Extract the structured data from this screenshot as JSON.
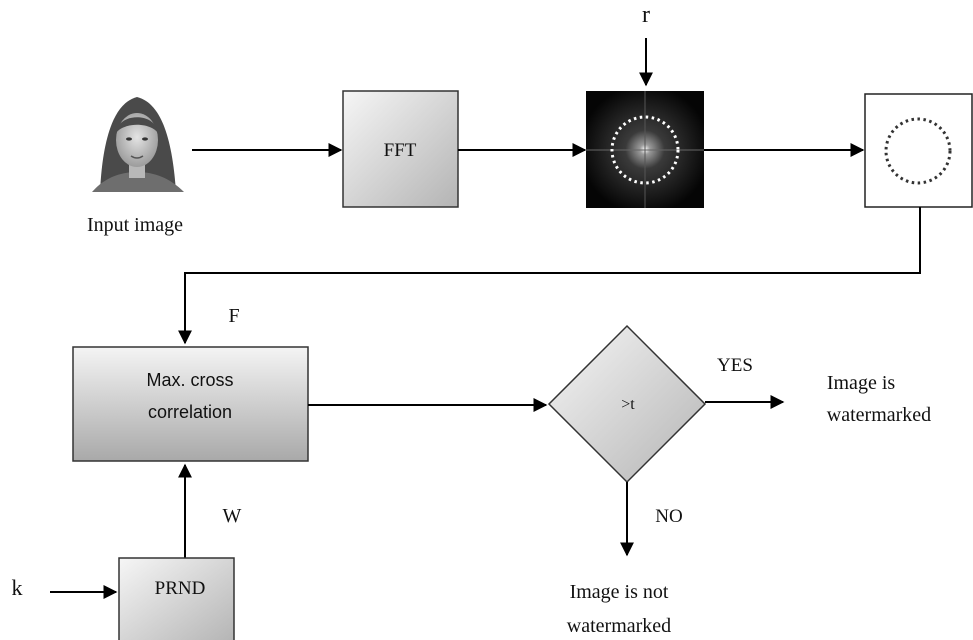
{
  "input_label": "Input image",
  "fft_label": "FFT",
  "r_label": "r",
  "f_label": "F",
  "xcorr_line1": "Max. cross",
  "xcorr_line2": "correlation",
  "decision_label": ">t",
  "yes_label": "YES",
  "no_label": "NO",
  "watermarked_line1": "Image is",
  "watermarked_line2": "watermarked",
  "not_watermarked_line1": "Image is not",
  "not_watermarked_line2": "watermarked",
  "w_label": "W",
  "k_label": "k",
  "prnd_label": "PRND"
}
